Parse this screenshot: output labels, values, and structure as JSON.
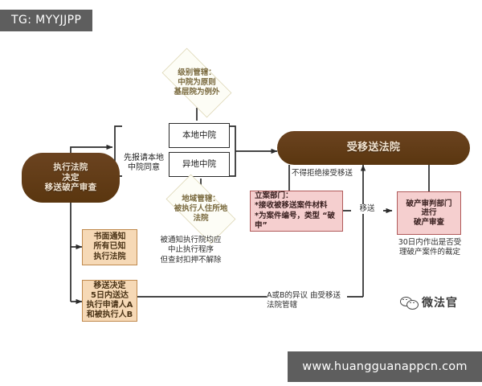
{
  "overlay": {
    "tg_tag": "TG: MYYJJPP",
    "url_bar": "www.huangguanappcn.com",
    "wechat_label": "微法官"
  },
  "colors": {
    "brown_node": "#603913",
    "orange_node": "#f6d9b6",
    "orange_border": "#c08a4e",
    "pink_node": "#f5cfcf",
    "pink_border": "#b05a5a",
    "diamond_fill": "#fdfdf6",
    "diamond_border": "#d9d2ae",
    "connector": "#2b2b2b",
    "chrome_bar": "#5e5e5e"
  },
  "nodes": {
    "start": {
      "label": "执行法院\n决定\n移送破产审查"
    },
    "level_jurisdiction": {
      "label": "级别管辖：\n中院为原则\n基层院为例外"
    },
    "territorial_jurisdiction": {
      "label": "地域管辖：\n被执行人住所地\n法院"
    },
    "report_local": {
      "label": "先报请本地\n中院同意"
    },
    "local_court": {
      "label": "本地中院"
    },
    "remote_court": {
      "label": "异地中院"
    },
    "transferee_court": {
      "label": "受移送法院"
    },
    "written_notice": {
      "label": "书面通知\n所有已知\n执行法院"
    },
    "transfer_decision": {
      "label": "移送决定\n5日内送达\n执行申请人A\n和被执行人B"
    },
    "filing_department": {
      "label": "立案部门：\n*接收被移送案件材料\n*为案件编号，类型 “破\n申”"
    },
    "bankruptcy_review": {
      "label": "破产审判部门\n进行\n破产审查"
    }
  },
  "captions": {
    "cannot_refuse": "不得拒绝接受移送",
    "transfer_arrow": "移送",
    "suspend_execution": "被通知执行院均应\n中止执行程序\n但查封扣押不解除",
    "objection": "A或B的异议 由受移送法院管辖",
    "ruling_30_days": "30日内作出是否受\n理破产案件的裁定"
  }
}
